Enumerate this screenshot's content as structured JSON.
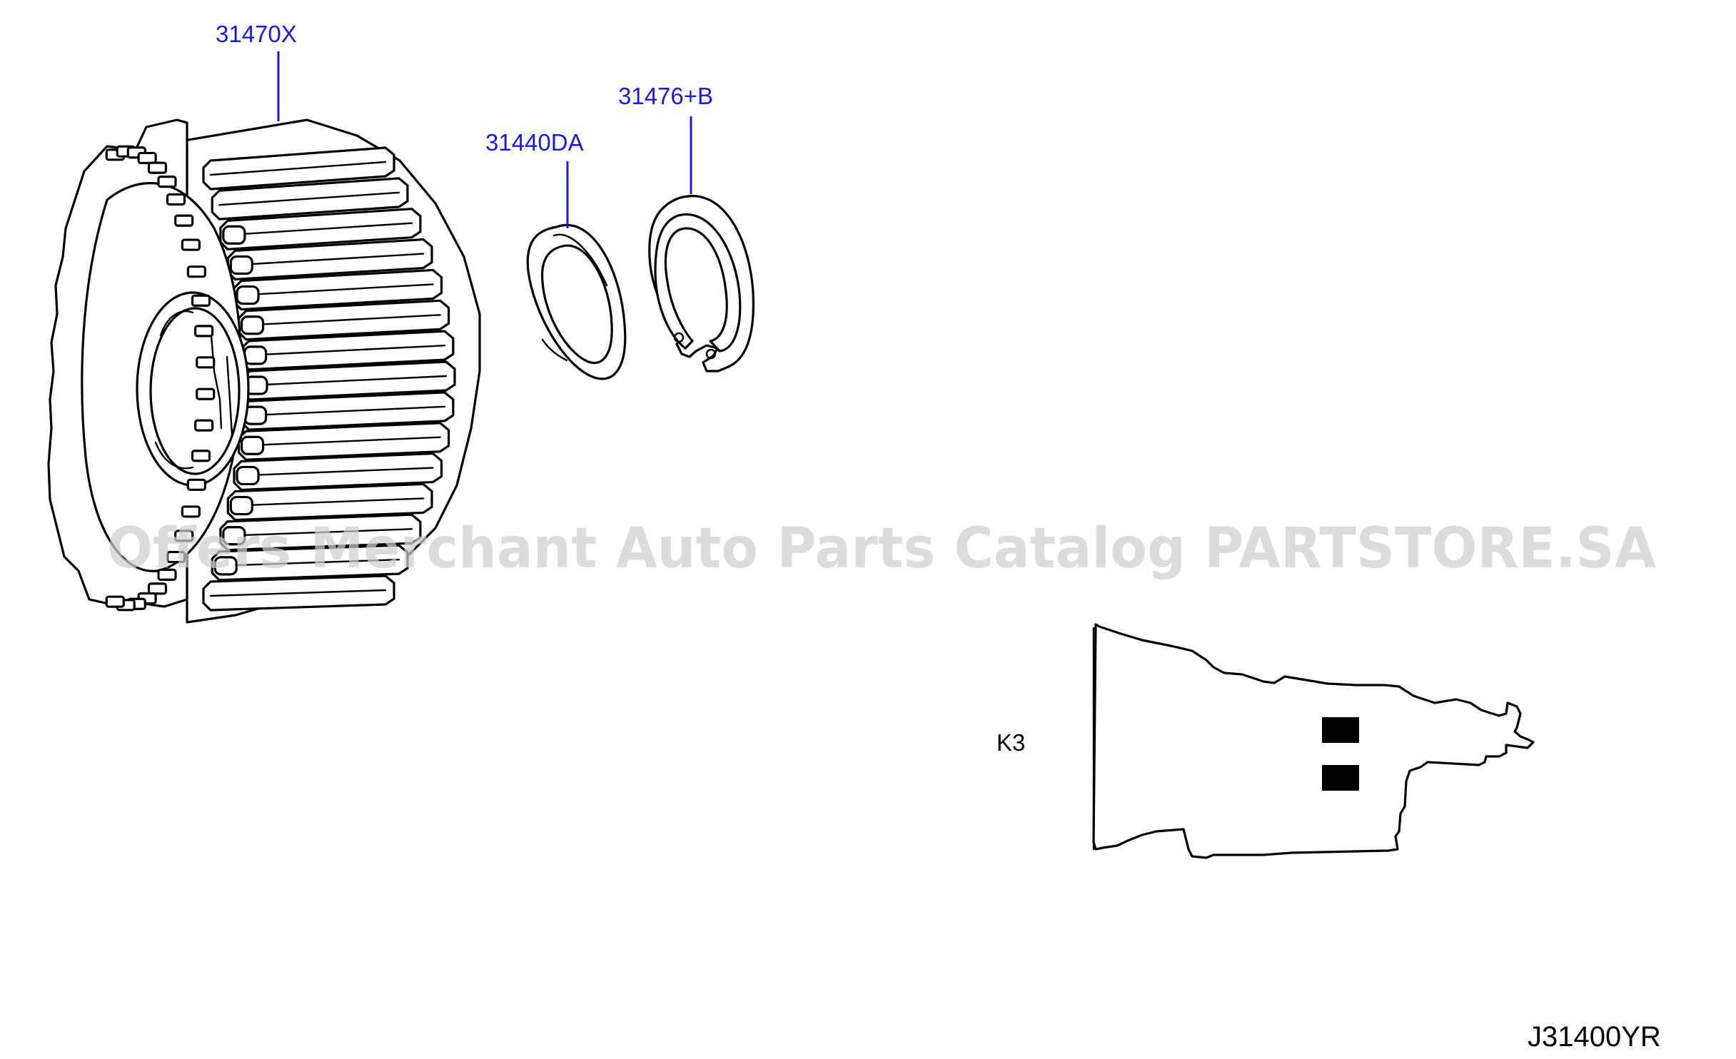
{
  "parts": [
    {
      "id": "gear",
      "part_number": "31470X"
    },
    {
      "id": "washer",
      "part_number": "31440DA"
    },
    {
      "id": "snap_ring",
      "part_number": "31476+B"
    }
  ],
  "locator": {
    "label": "K3"
  },
  "diagram_code": "J31400YR",
  "watermark": "Offers Merchant Auto Parts Catalog PARTSTORE.SA",
  "colors": {
    "callout": "#1a1ae6",
    "line": "#000000",
    "watermark": "#cfcfcf"
  }
}
